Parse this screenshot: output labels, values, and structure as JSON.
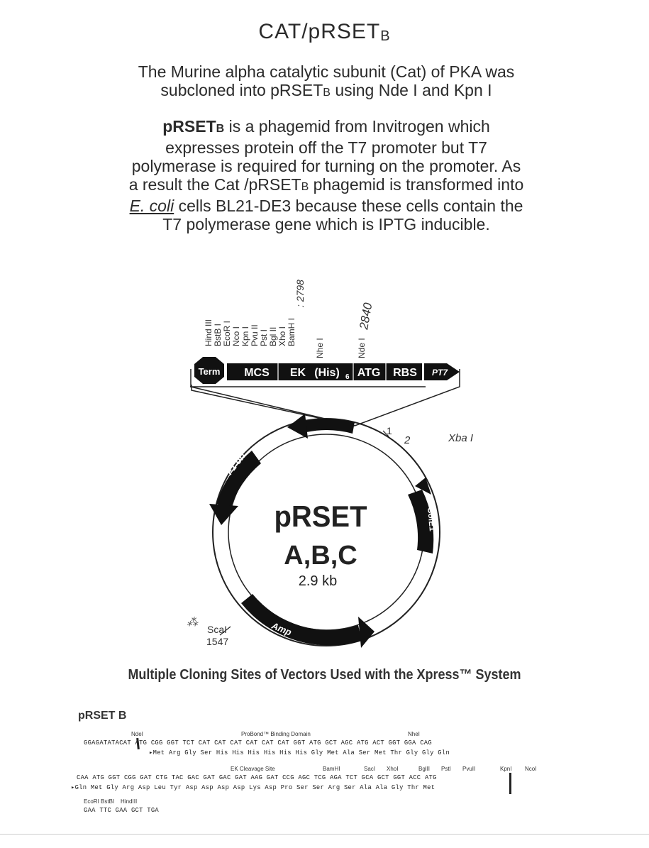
{
  "title": {
    "main": "CAT/pRSET",
    "sub": "B"
  },
  "para1": {
    "line1": "The Murine alpha catalytic subunit (Cat) of PKA was",
    "line2a": "subcloned into pRSET",
    "line2b": "B",
    "line2c": " using Nde I and Kpn I"
  },
  "para2": {
    "a": "pRSET",
    "b": "B",
    "c": " is a phagemid from Invitrogen which",
    "line2": "expresses protein off the T7 promoter but T7",
    "line3": "polymerase is required for turning on the promoter.  As",
    "line4a": "a result the Cat /pRSET",
    "line4b": "B",
    "line4c": " phagemid is transformed into",
    "line5a": "E. coli",
    "line5b": "  cells BL21-DE3 because these cells contain the",
    "line6": "T7 polymerase gene which is IPTG inducible."
  },
  "map": {
    "sites": [
      "Hind III",
      "BstB I",
      "EcoR I",
      "Nco I",
      "Kpn I",
      "Pvu II",
      "Pst I",
      "Bgl II",
      "Xho I",
      "BamH I",
      "Nhe I",
      "Nde I"
    ],
    "handwritten_bamh": ": 2798",
    "handwritten_nde": "2840",
    "boxes": {
      "term": "Term",
      "mcs": "MCS",
      "ek": "EK",
      "his": "(His)",
      "his_sub": "6",
      "atg": "ATG",
      "rbs": "RBS",
      "pt7": "PT7"
    },
    "circle": {
      "name": "pRSET",
      "variants": "A,B,C",
      "size": "2.9 kb"
    },
    "arcs": {
      "f1": "F1 ori",
      "cole1": "ColE1",
      "amp": "Amp"
    },
    "scal": {
      "label": "ScaI",
      "pos": "1547"
    },
    "hw_one": "1",
    "hw_two": "2",
    "hw_xba": "Xba I"
  },
  "mcs_title": "Multiple Cloning Sites of Vectors Used with the Xpress™ System",
  "vector": "pRSET B",
  "seq_block": {
    "row1_labels": {
      "ndei": "NdeI",
      "probond": "ProBond™ Binding Domain",
      "nhei": "NheI"
    },
    "row1_dna": "GGAGATATACAT ATG CGG GGT TCT CAT CAT CAT CAT CAT CAT GGT ATG GCT AGC ATG ACT GGT GGA CAG",
    "row1_aa": "Met Arg Gly Ser His His His His His His Gly Met Ala Ser Met Thr Gly Gly Gln",
    "row2_labels": {
      "ek": "EK Cleavage Site",
      "bamhi": "BamHI",
      "saci": "SacI",
      "xhoi": "XhoI",
      "bglii": "BglII",
      "psti": "PstI",
      "pvuii": "PvuII",
      "kpni": "KpnI",
      "ncoi": "NcoI"
    },
    "row2_dna": "CAA ATG GGT CGG GAT CTG TAC GAC GAT GAC GAT AAG GAT CCG AGC TCG AGA TCT GCA GCT GGT ACC ATG",
    "row2_aa": "Gln Met Gly Arg Asp Leu Tyr Asp Asp Asp Asp Lys Asp Pro Ser Ser Arg Ser Ala Ala Gly Thr Met",
    "row3_labels": {
      "ecori": "EcoRI",
      "bstbi": "BstBI",
      "hindiii": "HindIII"
    },
    "row3_dna": "GAA TTC GAA GCT TGA"
  }
}
